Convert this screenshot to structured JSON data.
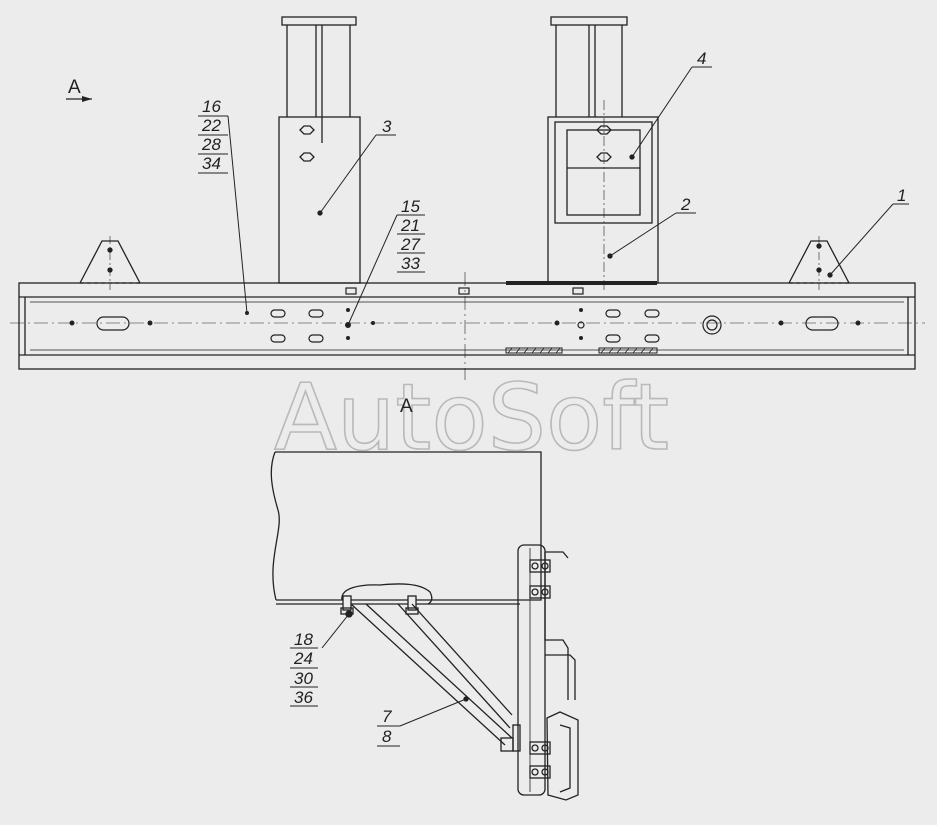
{
  "colors": {
    "background": "#ececec",
    "ink": "#222222",
    "watermark": "#b9b9b9"
  },
  "watermark": "AutoSoft",
  "view_labels": {
    "top": "A",
    "bottom": "A"
  },
  "callouts": {
    "part1": "1",
    "part2": "2",
    "part3": "3",
    "part4": "4",
    "group_16": [
      "16",
      "22",
      "28",
      "34"
    ],
    "group_15": [
      "15",
      "21",
      "27",
      "33"
    ],
    "group_18": [
      "18",
      "24",
      "30",
      "36"
    ],
    "group_7": [
      "7",
      "8"
    ]
  }
}
